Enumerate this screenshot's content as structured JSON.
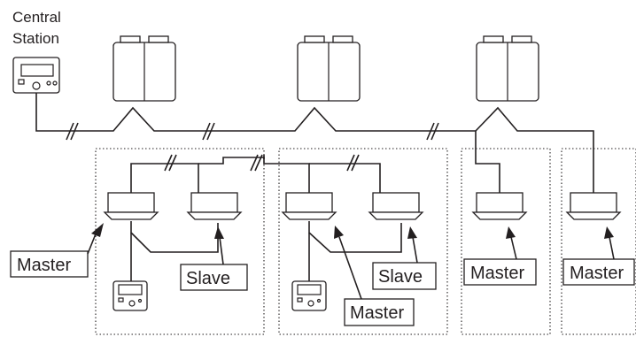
{
  "central_station": {
    "label_line1": "Central",
    "label_line2": "Station"
  },
  "zones": [
    {
      "id": "zone-1",
      "indoor_units": [
        {
          "role_label": "Master"
        },
        {
          "role_label": "Slave"
        }
      ],
      "has_remote_controller": true
    },
    {
      "id": "zone-2",
      "indoor_units": [
        {
          "role_label": "Master"
        },
        {
          "role_label": "Slave"
        }
      ],
      "has_remote_controller": true
    },
    {
      "id": "zone-3",
      "indoor_units": [
        {
          "role_label": "Master"
        }
      ],
      "has_remote_controller": false
    },
    {
      "id": "zone-4",
      "indoor_units": [
        {
          "role_label": "Master"
        }
      ],
      "has_remote_controller": false
    }
  ],
  "outdoor_unit_count": 3,
  "colors": {
    "line": "#231f20",
    "background": "#ffffff"
  }
}
